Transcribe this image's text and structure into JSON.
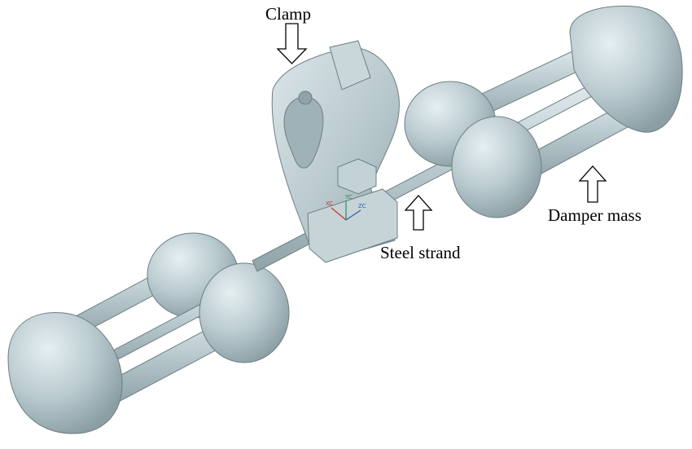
{
  "labels": {
    "clamp": "Clamp",
    "steel_strand": "Steel strand",
    "damper_mass": "Damper mass"
  },
  "triad": {
    "xc": "XC",
    "yc": "YC",
    "zc": "ZC"
  },
  "colors": {
    "body": "#b7c8cd",
    "body_light": "#dde8eb",
    "body_dark": "#7f9398",
    "outline": "#5f7075",
    "arrow": "#000000",
    "xc": "#c0392b",
    "yc": "#2e8b57",
    "zc": "#2c5fa8"
  }
}
